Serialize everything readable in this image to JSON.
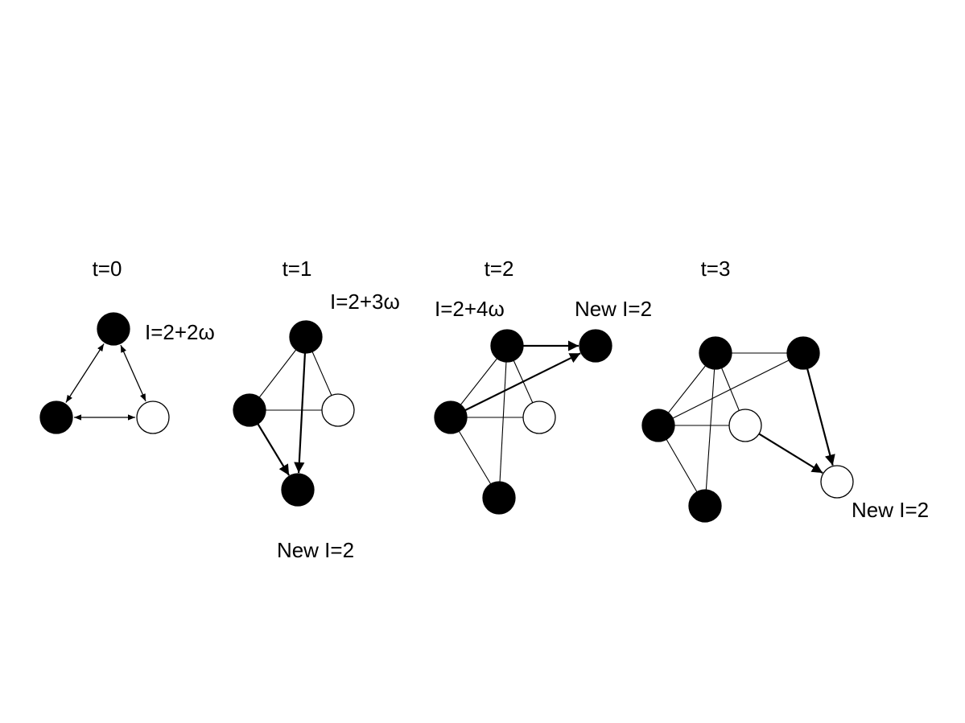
{
  "colors": {
    "background": "#ffffff",
    "node_filled": "#000000",
    "node_empty": "#ffffff",
    "stroke": "#000000"
  },
  "panels": [
    {
      "time_label": "t=0",
      "annotations": [
        "I=2+2ω"
      ],
      "nodes": [
        {
          "id": "a",
          "fill": "filled"
        },
        {
          "id": "b",
          "fill": "filled"
        },
        {
          "id": "c",
          "fill": "empty"
        }
      ],
      "edges": [
        {
          "from": "a",
          "to": "b",
          "kind": "bidirectional"
        },
        {
          "from": "a",
          "to": "c",
          "kind": "bidirectional"
        },
        {
          "from": "b",
          "to": "c",
          "kind": "bidirectional"
        }
      ]
    },
    {
      "time_label": "t=1",
      "annotations": [
        "I=2+3ω",
        "New I=2"
      ],
      "nodes": [
        {
          "id": "a",
          "fill": "filled"
        },
        {
          "id": "b",
          "fill": "filled"
        },
        {
          "id": "c",
          "fill": "empty"
        },
        {
          "id": "d",
          "fill": "filled"
        }
      ],
      "edges": [
        {
          "from": "a",
          "to": "b",
          "kind": "undirected"
        },
        {
          "from": "a",
          "to": "c",
          "kind": "undirected"
        },
        {
          "from": "b",
          "to": "c",
          "kind": "undirected"
        },
        {
          "from": "a",
          "to": "d",
          "kind": "directed"
        },
        {
          "from": "b",
          "to": "d",
          "kind": "directed"
        }
      ]
    },
    {
      "time_label": "t=2",
      "annotations": [
        "I=2+4ω",
        "New I=2"
      ],
      "nodes": [
        {
          "id": "a",
          "fill": "filled"
        },
        {
          "id": "b",
          "fill": "filled"
        },
        {
          "id": "c",
          "fill": "empty"
        },
        {
          "id": "d",
          "fill": "filled"
        },
        {
          "id": "e",
          "fill": "filled"
        }
      ],
      "edges": [
        {
          "from": "a",
          "to": "b",
          "kind": "undirected"
        },
        {
          "from": "a",
          "to": "c",
          "kind": "undirected"
        },
        {
          "from": "b",
          "to": "c",
          "kind": "undirected"
        },
        {
          "from": "a",
          "to": "d",
          "kind": "undirected"
        },
        {
          "from": "b",
          "to": "d",
          "kind": "undirected"
        },
        {
          "from": "a",
          "to": "e",
          "kind": "directed"
        },
        {
          "from": "b",
          "to": "e",
          "kind": "directed"
        }
      ]
    },
    {
      "time_label": "t=3",
      "annotations": [
        "New I=2"
      ],
      "nodes": [
        {
          "id": "a",
          "fill": "filled"
        },
        {
          "id": "b",
          "fill": "filled"
        },
        {
          "id": "c",
          "fill": "empty"
        },
        {
          "id": "d",
          "fill": "filled"
        },
        {
          "id": "e",
          "fill": "filled"
        },
        {
          "id": "f",
          "fill": "empty"
        }
      ],
      "edges": [
        {
          "from": "a",
          "to": "b",
          "kind": "undirected"
        },
        {
          "from": "a",
          "to": "c",
          "kind": "undirected"
        },
        {
          "from": "b",
          "to": "c",
          "kind": "undirected"
        },
        {
          "from": "a",
          "to": "d",
          "kind": "undirected"
        },
        {
          "from": "b",
          "to": "d",
          "kind": "undirected"
        },
        {
          "from": "a",
          "to": "e",
          "kind": "undirected"
        },
        {
          "from": "b",
          "to": "e",
          "kind": "undirected"
        },
        {
          "from": "e",
          "to": "f",
          "kind": "directed"
        },
        {
          "from": "c",
          "to": "f",
          "kind": "directed"
        }
      ]
    }
  ]
}
